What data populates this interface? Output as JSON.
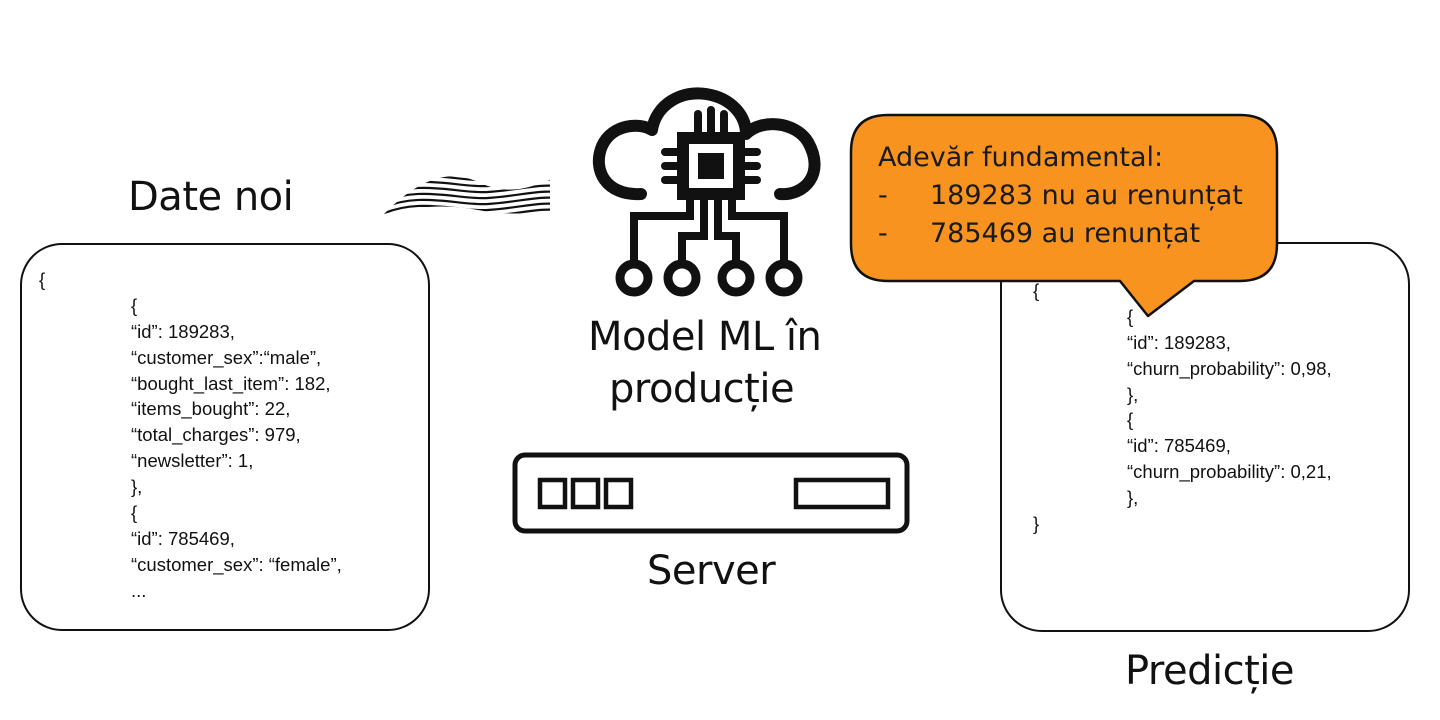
{
  "colors": {
    "ink": "#111111",
    "callout_fill": "#F7931E",
    "background": "#ffffff"
  },
  "left_panel": {
    "title": "Date noi",
    "lines": [
      {
        "indent": 0,
        "text": "{"
      },
      {
        "indent": 1,
        "text": "{"
      },
      {
        "indent": 1,
        "text": "“id”: 189283,"
      },
      {
        "indent": 1,
        "text": "“customer_sex”:“male”,"
      },
      {
        "indent": 1,
        "text": "“bought_last_item”: 182,"
      },
      {
        "indent": 1,
        "text": "“items_bought”: 22,"
      },
      {
        "indent": 1,
        "text": "“total_charges”: 979,"
      },
      {
        "indent": 1,
        "text": "“newsletter”: 1,"
      },
      {
        "indent": 1,
        "text": "},"
      },
      {
        "indent": 1,
        "text": "{"
      },
      {
        "indent": 1,
        "text": "“id”: 785469,"
      },
      {
        "indent": 1,
        "text": "“customer_sex”: “female”,"
      },
      {
        "indent": 1,
        "text": "..."
      }
    ]
  },
  "center": {
    "model_label_line1": "Model ML în",
    "model_label_line2": "producție",
    "server_label": "Server",
    "model_icon": "cloud-chip-icon",
    "server_icon": "server-rack-icon",
    "connector_icon": "wavy-arrow-icon"
  },
  "right_panel": {
    "title": "Predicție",
    "lines": [
      {
        "indent": 0,
        "text": "{"
      },
      {
        "indent": 1,
        "text": "{"
      },
      {
        "indent": 1,
        "text": "“id”: 189283,"
      },
      {
        "indent": 1,
        "text": "“churn_probability”: 0,98,"
      },
      {
        "indent": 1,
        "text": "},"
      },
      {
        "indent": 1,
        "text": "{"
      },
      {
        "indent": 1,
        "text": "“id”: 785469,"
      },
      {
        "indent": 1,
        "text": "“churn_probability”: 0,21,"
      },
      {
        "indent": 1,
        "text": "},"
      },
      {
        "indent": 0,
        "text": "}"
      }
    ]
  },
  "callout": {
    "title": "Adevăr fundamental:",
    "items": [
      {
        "bullet": "-",
        "text": "189283 nu au renunțat"
      },
      {
        "bullet": "-",
        "text": "785469 au renunțat"
      }
    ]
  }
}
